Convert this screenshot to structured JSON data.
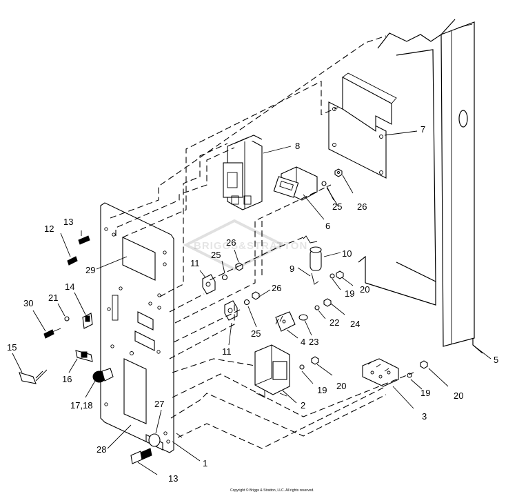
{
  "watermark": "BRIGGS&STRATTON",
  "copyright": "Copyright © Briggs & Stratton, LLC. All rights reserved.",
  "callouts": {
    "c1": "1",
    "c2": "2",
    "c3": "3",
    "c4": "4",
    "c5": "5",
    "c6": "6",
    "c7": "7",
    "c8": "8",
    "c9": "9",
    "c10": "10",
    "c11a": "11",
    "c11b": "11",
    "c12": "12",
    "c13a": "13",
    "c13b": "13",
    "c14": "14",
    "c15": "15",
    "c16": "16",
    "c17_18": "17,18",
    "c19a": "19",
    "c19b": "19",
    "c19c": "19",
    "c20a": "20",
    "c20b": "20",
    "c20c": "20",
    "c21": "21",
    "c22": "22",
    "c23": "23",
    "c24": "24",
    "c25a": "25",
    "c25b": "25",
    "c25c": "25",
    "c26a": "26",
    "c26b": "26",
    "c26c": "26",
    "c27": "27",
    "c28": "28",
    "c29": "29",
    "c30": "30"
  }
}
